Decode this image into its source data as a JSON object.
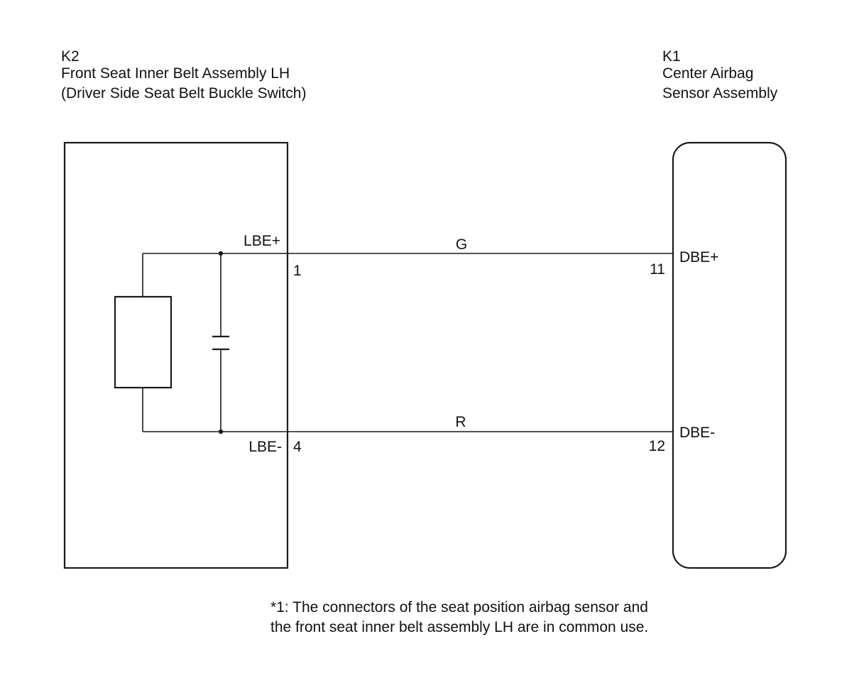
{
  "components": {
    "k2": {
      "id": "K2",
      "name_line1": "Front Seat Inner Belt Assembly LH",
      "name_line2": "(Driver Side Seat Belt Buckle Switch)"
    },
    "k1": {
      "id": "K1",
      "name_line1": "Center Airbag",
      "name_line2": "Sensor Assembly"
    }
  },
  "circuits": [
    {
      "wire_color": "G",
      "k2_terminal_name": "LBE+",
      "k2_pin": "1",
      "k1_pin": "11",
      "k1_terminal_name": "DBE+"
    },
    {
      "wire_color": "R",
      "k2_terminal_name": "LBE-",
      "k2_pin": "4",
      "k1_pin": "12",
      "k1_terminal_name": "DBE-"
    }
  ],
  "footnote": {
    "line1": "*1: The connectors of the seat position airbag sensor and",
    "line2": "the front seat inner belt assembly LH are in common use."
  }
}
